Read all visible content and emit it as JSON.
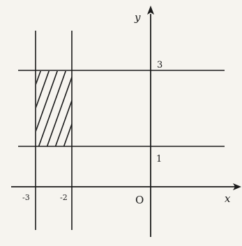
{
  "axes": {
    "x_label": "x",
    "y_label": "y",
    "origin_label": "O"
  },
  "tick_labels": {
    "x_minus_3": "-3",
    "x_minus_2": "-2",
    "y_1": "1",
    "y_3": "3"
  },
  "colors": {
    "ink": "#1a1a1a",
    "paper": "#f6f4ef"
  }
}
